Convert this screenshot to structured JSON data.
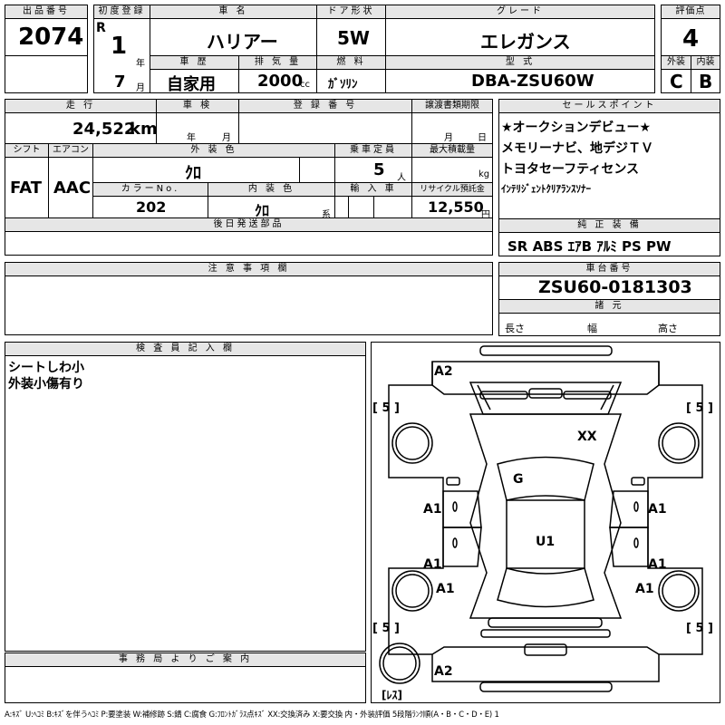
{
  "header": {
    "lot_label": "出品番号",
    "lot": "2074",
    "first_reg_label": "初度登録",
    "era": "R",
    "year": "1",
    "year_unit": "年",
    "month": "7",
    "month_unit": "月",
    "car_name_label": "車 名",
    "car_name": "ハリアー",
    "door_label": "ドア形状",
    "door": "5W",
    "grade_label": "グレード",
    "grade": "エレガンス",
    "score_label": "評価点",
    "score": "4",
    "history_label": "車 歴",
    "history": "自家用",
    "displacement_label": "排 気 量",
    "displacement": "2000",
    "displacement_unit": "cc",
    "fuel_label": "燃 料",
    "fuel": "ｶﾞｿﾘﾝ",
    "model_label": "型 式",
    "model": "DBA-ZSU60W",
    "ext_grade_label": "外装",
    "ext_grade": "C",
    "int_grade_label": "内装",
    "int_grade": "B"
  },
  "row2": {
    "mileage_label": "走 行",
    "mileage": "24,522",
    "mileage_unit": "km",
    "inspection_label": "車 検",
    "insp_year_unit": "年",
    "insp_month_unit": "月",
    "reg_no_label": "登 録 番 号",
    "transfer_label": "譲渡書類期限",
    "transfer_month_unit": "月",
    "transfer_day_unit": "日",
    "shift_label": "シフト",
    "shift": "FAT",
    "ac_label": "エアコン",
    "ac": "AAC",
    "ext_color_label": "外 装 色",
    "ext_color": "ｸﾛ",
    "capacity_label": "乗車定員",
    "capacity": "5",
    "capacity_unit": "人",
    "load_label": "最大積載量",
    "load_unit": "kg",
    "color_no_label": "カラーNo.",
    "color_no": "202",
    "int_color_label": "内 装 色",
    "int_color": "ｸﾛ",
    "int_color_suffix": "系",
    "import_label": "輸 入 車",
    "recycle_label": "リサイクル預託金",
    "recycle": "12,550",
    "recycle_unit": "円",
    "later_parts_label": "後日発送部品"
  },
  "sales_points": {
    "label": "セールスポイント",
    "lines": [
      "★オークションデビュー★",
      "メモリーナビ、地デジＴＶ",
      "トヨタセーフティセンス",
      "ｲﾝﾃﾘｼﾞｪﾝﾄｸﾘｱﾗﾝｽｿﾅｰ"
    ]
  },
  "equipment": {
    "label": "純 正 装 備",
    "items": "SR ABS ｴｱB ｱﾙﾐ PS PW"
  },
  "notes": {
    "label": "注 意 事 項 欄"
  },
  "chassis": {
    "label": "車台番号",
    "number": "ZSU60-0181303",
    "dims_label": "諸 元",
    "length_label": "長さ",
    "width_label": "幅",
    "height_label": "高さ"
  },
  "inspector": {
    "label": "検 査 員 記 入 欄",
    "lines": [
      "シートしわ小",
      "外装小傷有り"
    ]
  },
  "office": {
    "label": "事 務 局 よ り ご 案 内"
  },
  "diagram": {
    "marks": {
      "a2_top": "A2",
      "xx": "XX",
      "g": "G",
      "u1": "U1",
      "a1_left_1": "A1",
      "a1_right_1": "A1",
      "a1_left_2": "A1",
      "a1_right_2": "A1",
      "a1_left_3": "A1",
      "a1_right_3": "A1",
      "a2_bottom": "A2"
    },
    "tire_tl": "[ 5 ]",
    "tire_tr": "[ 5 ]",
    "tire_bl": "[ 5 ]",
    "tire_br": "[ 5 ]",
    "spare": "[ﾚｽ]"
  },
  "legend": "A:ｷｽﾞ U:ﾍｺﾐ B:ｷｽﾞを伴うﾍｺﾐ P:要塗装 W:補修跡 S:錆 C:腐食 G:ﾌﾛﾝﾄｶﾞﾗｽ点ｷｽﾞ XX:交換済み X:要交換 内・外装評価 5段階ﾗﾝｸ順(A・B・C・D・E) 1"
}
